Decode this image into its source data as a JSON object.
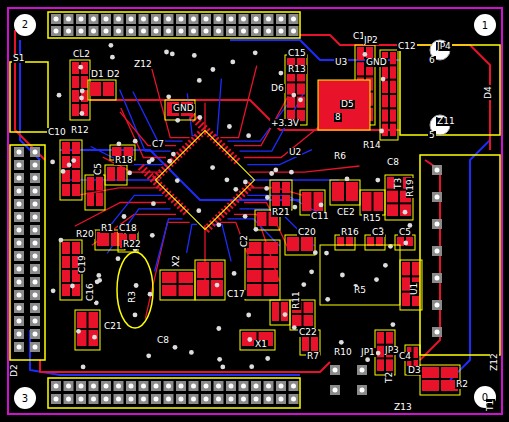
{
  "diagram": {
    "labels": [
      "2",
      "1",
      "3",
      "0",
      "S1",
      "CL2",
      "D1",
      "D2",
      "R12",
      "C15",
      "R13",
      "C1",
      "U3",
      "JP2",
      "C12",
      "JP4",
      "6",
      "GND",
      "D6",
      "D5",
      "8",
      "+3.3V",
      "D4",
      "Z11",
      "5",
      "GND",
      "C10",
      "C7",
      "U2",
      "R14",
      "C8",
      "R18",
      "C5",
      "R6",
      "T3",
      "R19",
      "R21",
      "C11",
      "CE2",
      "R15",
      "R20",
      "R1",
      "C18",
      "R22",
      "C20",
      "R16",
      "C3",
      "C5",
      "C2",
      "C19",
      "R3",
      "X2",
      "C17",
      "C16",
      "R5",
      "U1",
      "R11",
      "C21",
      "C8",
      "X1",
      "C22",
      "R7",
      "R10",
      "JP1",
      "JP3",
      "C4",
      "D3",
      "T2",
      "R2",
      "D2",
      "Z12",
      "Z13",
      "T1",
      "Z12"
    ]
  }
}
